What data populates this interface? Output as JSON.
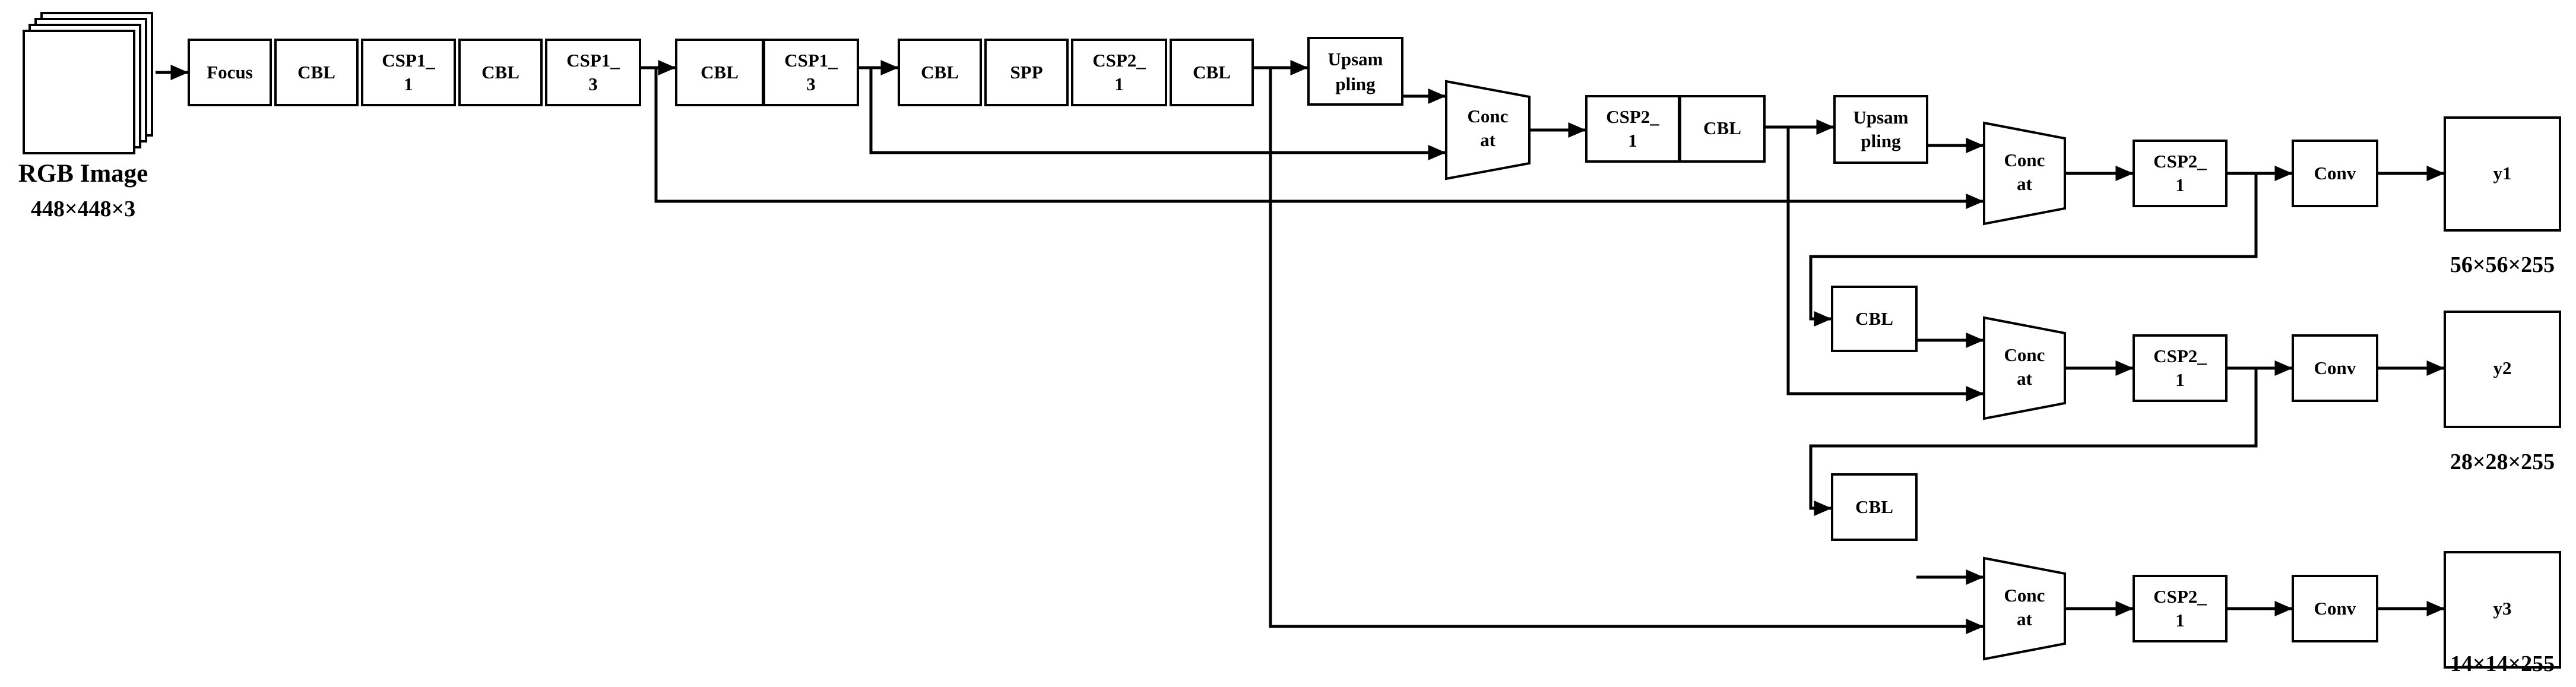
{
  "input": {
    "label": "RGB Image",
    "size": "448×448×3"
  },
  "backbone": {
    "focus": "Focus",
    "cbl_1": "CBL",
    "csp1_1": [
      "CSP1_",
      "1"
    ],
    "cbl_2": "CBL",
    "csp1_3a": [
      "CSP1_",
      "3"
    ],
    "cbl_3": "CBL",
    "csp1_3b": [
      "CSP1_",
      "3"
    ],
    "cbl_4": "CBL",
    "spp": "SPP",
    "csp2_1": [
      "CSP2_",
      "1"
    ],
    "cbl_5": "CBL"
  },
  "neck": {
    "upsampling_1": [
      "Upsam",
      "pling"
    ],
    "concat_1": [
      "Conc",
      "at"
    ],
    "csp2_1": [
      "CSP2_",
      "1"
    ],
    "cbl": "CBL",
    "upsampling_2": [
      "Upsam",
      "pling"
    ]
  },
  "heads": [
    {
      "cbl": "",
      "concat": [
        "Conc",
        "at"
      ],
      "csp": [
        "CSP2_",
        "1"
      ],
      "conv": "Conv",
      "output": "y1",
      "size": "56×56×255"
    },
    {
      "cbl": "CBL",
      "concat": [
        "Conc",
        "at"
      ],
      "csp": [
        "CSP2_",
        "1"
      ],
      "conv": "Conv",
      "output": "y2",
      "size": "28×28×255"
    },
    {
      "cbl": "CBL",
      "concat": [
        "Conc",
        "at"
      ],
      "csp": [
        "CSP2_",
        "1"
      ],
      "conv": "Conv",
      "output": "y3",
      "size": "14×14×255"
    }
  ]
}
